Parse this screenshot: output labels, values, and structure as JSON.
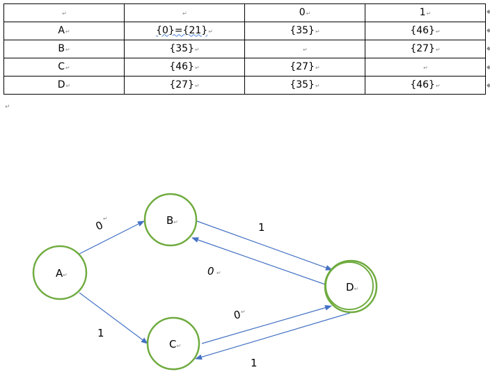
{
  "colors": {
    "node_stroke": "#6fab3f",
    "edge": "#4472c4",
    "paragraph_mark": "#8a8a8a",
    "spell_underline": "#4a7fd6"
  },
  "paragraph_mark": "↵",
  "table": {
    "header": [
      "",
      "",
      "0",
      "1"
    ],
    "rows": [
      [
        "A",
        "{0}={21}",
        "{35}",
        "{46}"
      ],
      [
        "B",
        "{35}",
        "",
        "{27}"
      ],
      [
        "C",
        "{46}",
        "{27}",
        ""
      ],
      [
        "D",
        "{27}",
        "{35}",
        "{46}"
      ]
    ]
  },
  "diagram": {
    "nodes": {
      "A": "A",
      "B": "B",
      "C": "C",
      "D": "D"
    },
    "accepting_node": "D",
    "edge_labels": {
      "A_B": "0",
      "A_C": "1",
      "B_D": "1",
      "D_B": "0",
      "C_D": "0",
      "D_C": "1"
    }
  }
}
